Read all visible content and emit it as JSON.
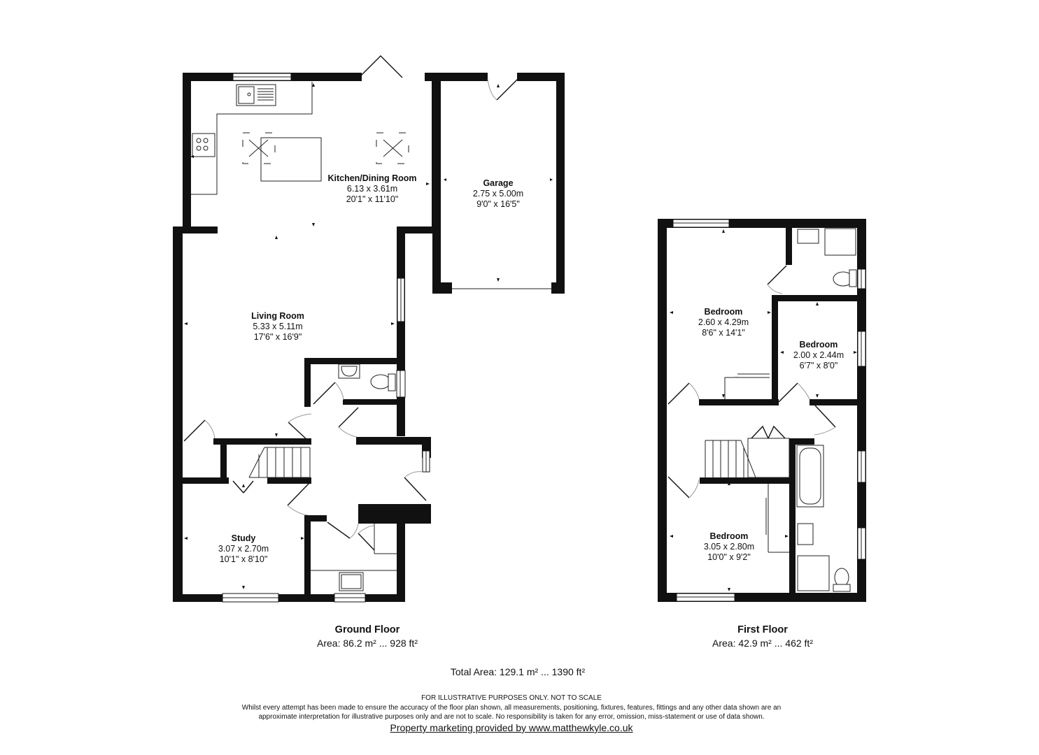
{
  "ground_floor": {
    "title": "Ground Floor",
    "area": "Area: 86.2 m² ... 928 ft²",
    "rooms": [
      {
        "name": "Kitchen/Dining Room",
        "metric": "6.13 x 3.61m",
        "imperial": "20'1\" x 11'10\""
      },
      {
        "name": "Garage",
        "metric": "2.75 x 5.00m",
        "imperial": "9'0\" x 16'5\""
      },
      {
        "name": "Living Room",
        "metric": "5.33 x 5.11m",
        "imperial": "17'6\" x 16'9\""
      },
      {
        "name": "Study",
        "metric": "3.07 x 2.70m",
        "imperial": "10'1\" x 8'10\""
      }
    ]
  },
  "first_floor": {
    "title": "First Floor",
    "area": "Area: 42.9 m² ... 462 ft²",
    "rooms": [
      {
        "name": "Bedroom",
        "metric": "2.60 x 4.29m",
        "imperial": "8'6\" x 14'1\""
      },
      {
        "name": "Bedroom",
        "metric": "2.00 x 2.44m",
        "imperial": "6'7\" x 8'0\""
      },
      {
        "name": "Bedroom",
        "metric": "3.05 x 2.80m",
        "imperial": "10'0\" x 9'2\""
      }
    ]
  },
  "total_area": "Total Area: 129.1 m² ... 1390 ft²",
  "disclaimer": {
    "heading": "FOR ILLUSTRATIVE PURPOSES ONLY. NOT TO SCALE",
    "line1": "Whilst every attempt has been made to ensure the accuracy of the floor plan shown, all measurements, positioning, fixtures, features, fittings and any other data shown are an",
    "line2": "approximate interpretation for illustrative purposes only and are not to scale. No responsibility is taken for any error, omission, miss-statement or use of data shown."
  },
  "credit": "Property marketing provided by www.matthewkyle.co.uk",
  "colors": {
    "wall": "#111111",
    "background": "#ffffff",
    "door_arc": "#999999"
  }
}
